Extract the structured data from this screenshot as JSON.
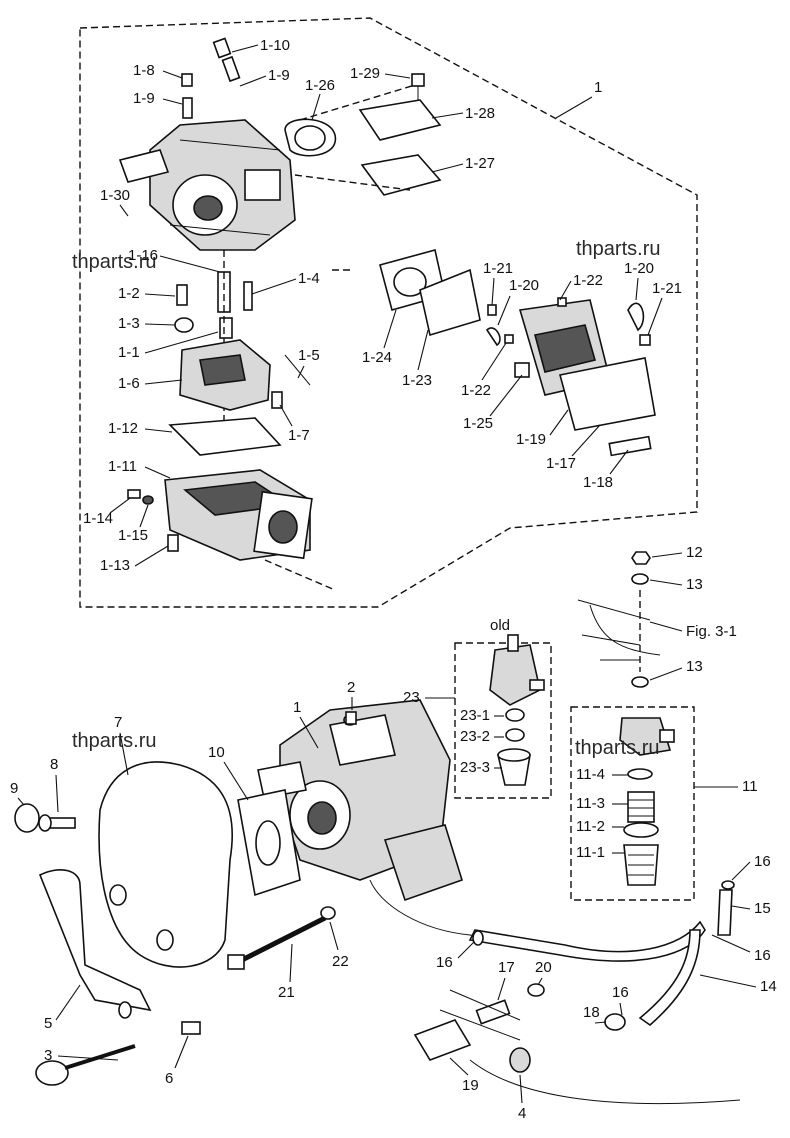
{
  "watermarks": [
    "thparts.ru",
    "thparts.ru",
    "thparts.ru",
    "thparts.ru"
  ],
  "top_group": {
    "labels": [
      "1-10",
      "1-8",
      "1-9",
      "1-9",
      "1-29",
      "1-26",
      "1-28",
      "1",
      "1-27",
      "1-30",
      "1-16",
      "1-21",
      "1-22",
      "1-20",
      "1-20",
      "1-21",
      "1-4",
      "1-2",
      "1-3",
      "1-24",
      "1-1",
      "1-5",
      "1-23",
      "1-22",
      "1-6",
      "1-25",
      "1-19",
      "1-7",
      "1-12",
      "1-17",
      "1-18",
      "1-11",
      "1-14",
      "1-15",
      "1-13"
    ]
  },
  "lower_group": {
    "labels": [
      "12",
      "13",
      "Fig. 3-1",
      "13",
      "old",
      "23",
      "23-1",
      "23-2",
      "23-3",
      "11",
      "11-4",
      "11-3",
      "11-2",
      "11-1",
      "2",
      "1",
      "7",
      "10",
      "8",
      "9",
      "5",
      "3",
      "6",
      "21",
      "22",
      "16",
      "15",
      "16",
      "17",
      "20",
      "16",
      "18",
      "14",
      "19",
      "4"
    ]
  }
}
